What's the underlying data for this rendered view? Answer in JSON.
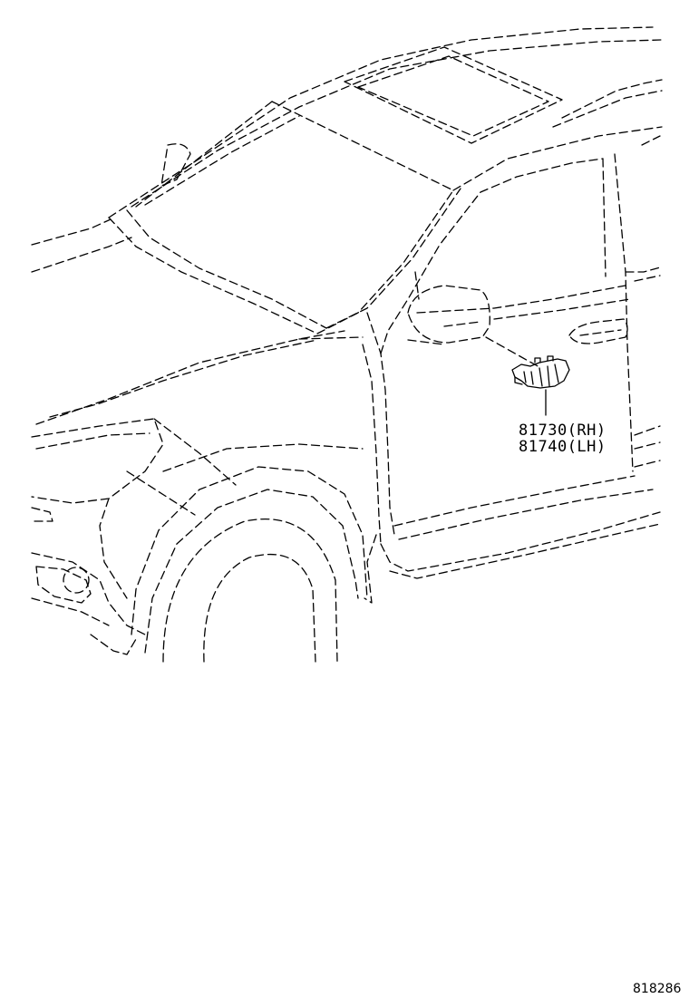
{
  "parts": [
    {
      "number": "81730",
      "side": "(RH)"
    },
    {
      "number": "81740",
      "side": "(LH)"
    }
  ],
  "figure_number": "818286"
}
